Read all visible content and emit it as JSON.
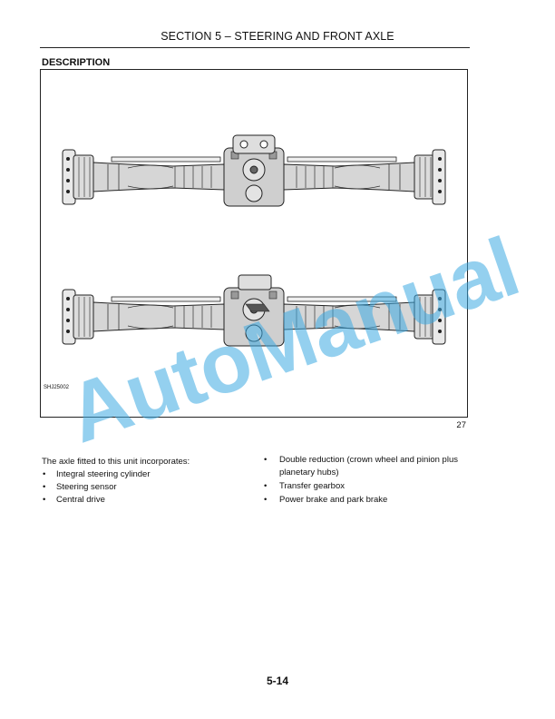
{
  "header": {
    "title": "SECTION 5 – STEERING AND FRONT AXLE"
  },
  "section": {
    "heading": "DESCRIPTION"
  },
  "figure": {
    "code": "SHJ25002",
    "number": "27",
    "upper_view_icon": "front-axle-drawing-icon",
    "lower_view_icon": "front-axle-drawing-icon"
  },
  "body": {
    "intro": "The axle fitted to this unit incorporates:",
    "left_items": [
      "Integral steering cylinder",
      "Steering sensor",
      "Central drive"
    ],
    "right_items": [
      "Double reduction (crown wheel and pinion plus planetary hubs)",
      "Transfer gearbox",
      "Power brake and park brake"
    ]
  },
  "footer": {
    "page_number": "5-14"
  },
  "watermark": {
    "text": "AutoManual",
    "color": "#3caae1"
  }
}
